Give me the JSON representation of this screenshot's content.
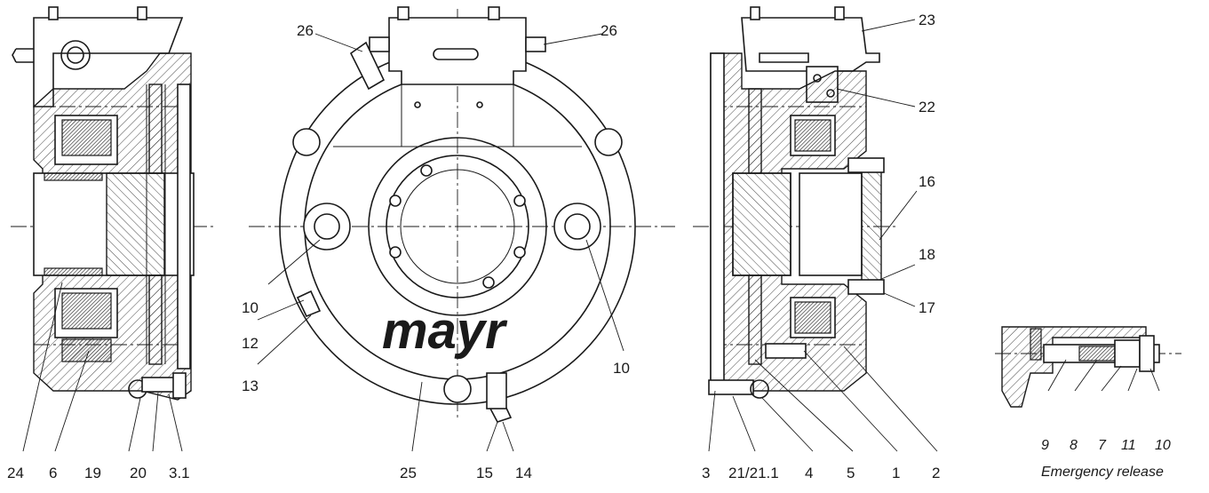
{
  "brand_text": "mayr",
  "emergency_caption": "Emergency release",
  "left_view": {
    "labels": [
      "24",
      "6",
      "19",
      "20",
      "3.1"
    ]
  },
  "front_view": {
    "labels": [
      "26",
      "26",
      "10",
      "12",
      "13",
      "10",
      "25",
      "15",
      "14"
    ]
  },
  "right_view": {
    "labels": [
      "23",
      "22",
      "16",
      "18",
      "17",
      "3",
      "21/21.1",
      "4",
      "5",
      "1",
      "2"
    ]
  },
  "emergency_view": {
    "labels": [
      "9",
      "8",
      "7",
      "11",
      "10"
    ]
  }
}
